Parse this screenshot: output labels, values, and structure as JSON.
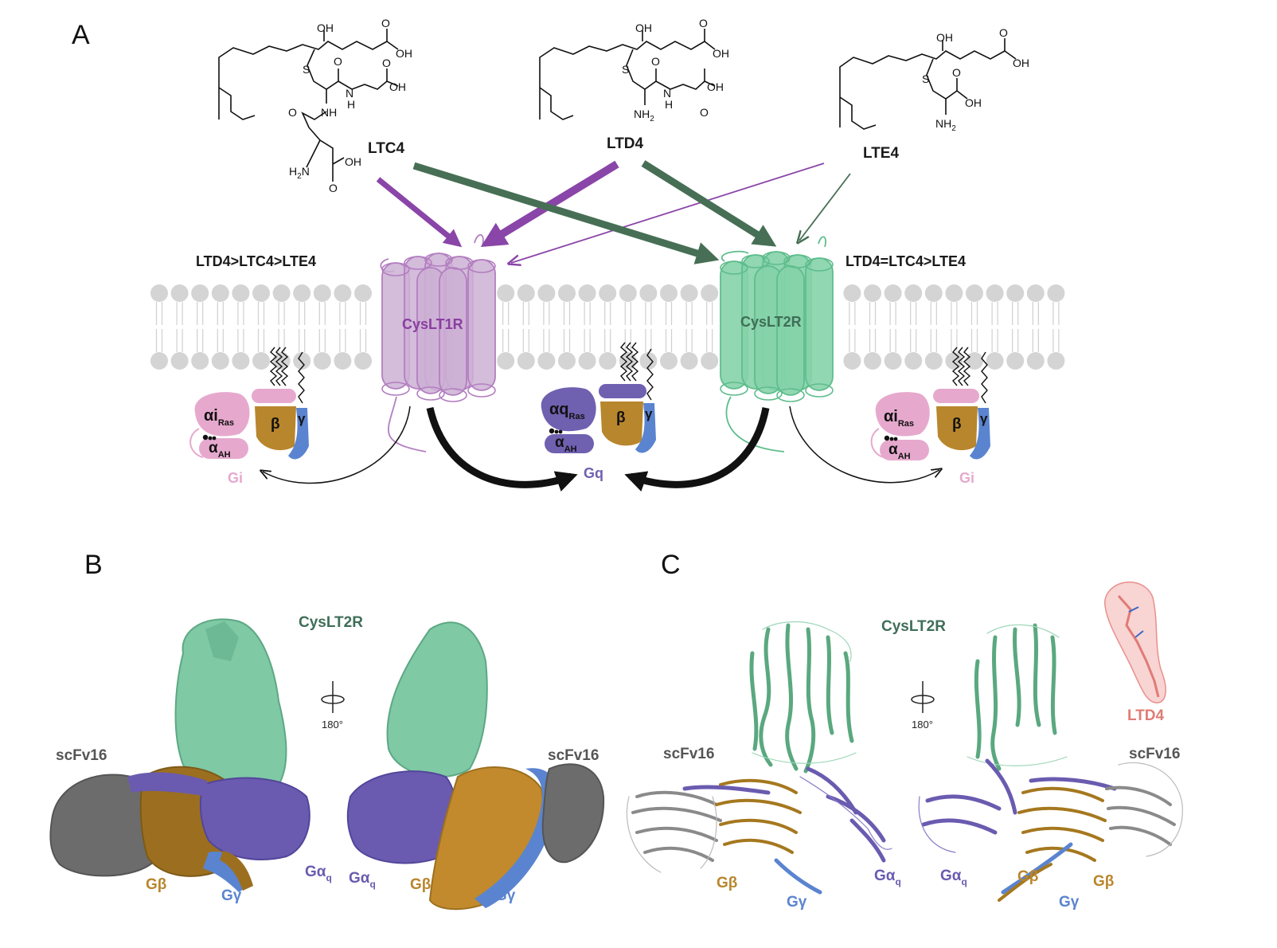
{
  "panels": {
    "a": "A",
    "b": "B",
    "c": "C"
  },
  "ligands": [
    {
      "name": "LTC4"
    },
    {
      "name": "LTD4"
    },
    {
      "name": "LTE4"
    }
  ],
  "chem_labels": {
    "oh": "OH",
    "s": "S",
    "nh": "NH",
    "n": "N",
    "h": "H",
    "o": "O",
    "h2n": "H",
    "h2n_sub": "2",
    "h2n_n": "N",
    "nh2": "NH",
    "nh2_sub": "2"
  },
  "potency": {
    "left": "LTD4>LTC4>LTE4",
    "right": "LTD4=LTC4>LTE4"
  },
  "receptors": {
    "r1": "CysLT1R",
    "r2": "CysLT2R"
  },
  "gproteins": {
    "gi_alpha": "αi",
    "gi_alpha_sub": "Ras",
    "gq_alpha": "αq",
    "gq_alpha_sub": "Ras",
    "alpha_ah": "α",
    "alpha_ah_sub": "AH",
    "beta": "β",
    "gamma": "γ",
    "gi": "Gi",
    "gq": "Gq"
  },
  "structures": {
    "cyslt2r": "CysLT2R",
    "scfv16": "scFv16",
    "gb": "Gβ",
    "gg": "Gγ",
    "gaq": "Gα",
    "gaq_sub": "q",
    "rotation": "180°",
    "ltd4": "LTD4"
  },
  "colors": {
    "cyslt1r": "#c9a6cf",
    "cyslt1r_label": "#8a3fa0",
    "cyslt2r": "#7fcfa6",
    "cyslt2r_label": "#3f6e58",
    "gi": "#e6a9cd",
    "gq": "#7060b0",
    "beta": "#b8862c",
    "gamma": "#5a84d0",
    "scfv": "#7a7a7a",
    "ltd4": "#e07b75",
    "purple_arrow": "#8a45a8",
    "green_arrow": "#476f55"
  }
}
